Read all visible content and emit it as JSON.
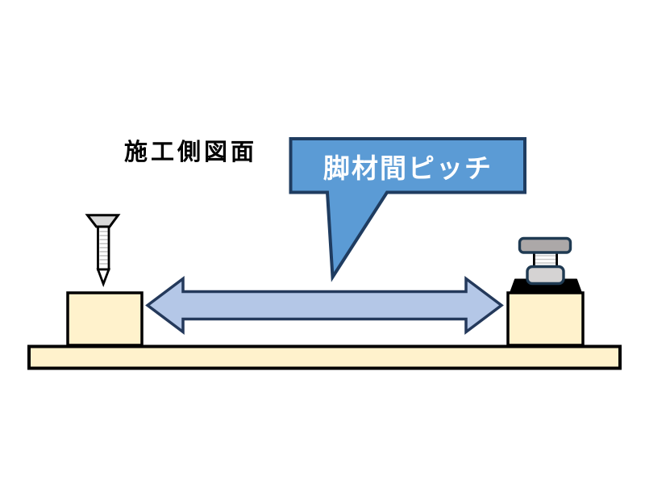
{
  "diagram": {
    "title": "施工側図面",
    "callout": {
      "label": "脚材間ピッチ"
    },
    "components": [
      "wood-screw",
      "left-leg-block",
      "right-leg-block",
      "leveling-adjuster-foot",
      "rubber-pad",
      "base-board",
      "dimension-double-arrow"
    ]
  },
  "colors": {
    "background": "#ffffff",
    "title_text": "#000000",
    "callout_fill": "#5B9BD5",
    "callout_border": "#1F3C60",
    "callout_text": "#FFFFFF",
    "arrow_fill": "#B4C7E7",
    "arrow_border": "#24395B",
    "wood_fill": "#FFF2CC",
    "outline_black": "#000000",
    "screw_head_fill": "#D9D9D9",
    "screw_body_fill": "#FFFFFF",
    "thread_line": "#C9C9C9",
    "foot_bar_fill": "#ACA8A8",
    "foot_base_fill": "#D5D3D3",
    "foot_shaft_fill": "#FFFFFF",
    "foot_border": "#1F3A52",
    "pad_fill": "#000000"
  }
}
